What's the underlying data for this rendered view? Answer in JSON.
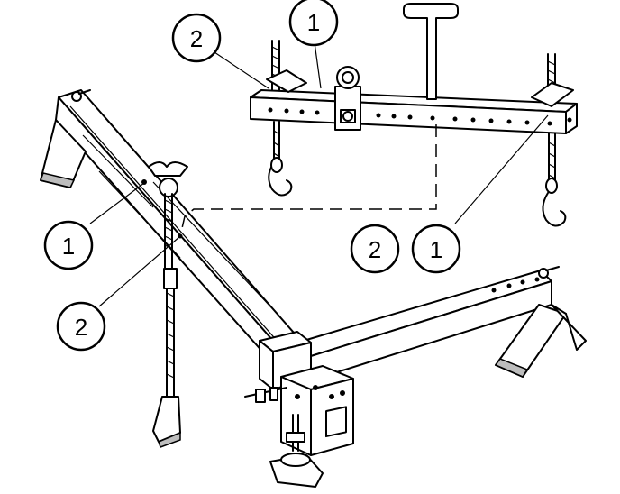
{
  "callouts": {
    "top_1": "1",
    "top_2": "2",
    "left_1": "1",
    "left_2": "2",
    "right_2": "2",
    "right_1": "1"
  }
}
